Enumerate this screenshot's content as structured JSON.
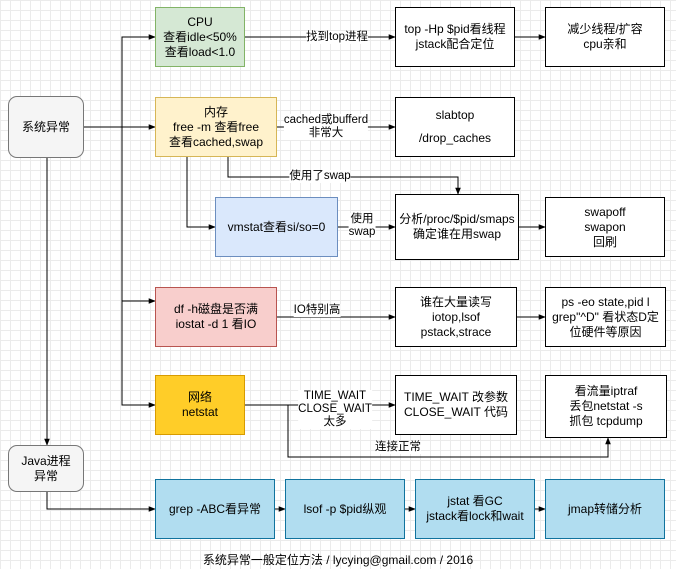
{
  "nodes": {
    "root": [
      "系统异常"
    ],
    "java": [
      "Java进程",
      "异常"
    ],
    "cpu": [
      "CPU",
      "查看idle<50%",
      "查看load<1.0"
    ],
    "cpu_top": [
      "top -Hp $pid看线程",
      "jstack配合定位"
    ],
    "cpu_fix": [
      "减少线程/扩容",
      "cpu亲和"
    ],
    "mem": [
      "内存",
      "free -m 查看free",
      "查看cached,swap"
    ],
    "slab": [
      "slabtop",
      "",
      "/drop_caches"
    ],
    "vmstat": [
      "vmstat查看si/so=0"
    ],
    "smaps": [
      "分析/proc/$pid/smaps",
      "确定谁在用swap"
    ],
    "swap_fix": [
      "swapoff",
      "swapon",
      "回刷"
    ],
    "disk": [
      "df -h磁盘是否满",
      "iostat -d 1 看IO"
    ],
    "disk_who": [
      "谁在大量读写",
      "iotop,lsof",
      "pstack,strace"
    ],
    "disk_ps": [
      "ps -eo state,pid l",
      "grep\"^D\" 看状态D定",
      "位硬件等原因"
    ],
    "net": [
      "网络",
      "netstat"
    ],
    "net_tw": [
      "TIME_WAIT 改参数",
      "CLOSE_WAIT 代码"
    ],
    "net_tools": [
      "看流量iptraf",
      "丢包netstat -s",
      "抓包 tcpdump"
    ],
    "grep": [
      "grep  -ABC看异常"
    ],
    "lsof": [
      "lsof -p $pid纵观"
    ],
    "jstat": [
      "jstat 看GC",
      "jstack看lock和wait"
    ],
    "jmap": [
      "jmap转储分析"
    ]
  },
  "edge_labels": {
    "cpu_top": [
      "找到top进程"
    ],
    "mem_slab": [
      "cached或bufferd",
      "非常大"
    ],
    "swap_used": [
      "使用了swap"
    ],
    "vm_use": [
      "使用",
      "swap"
    ],
    "io_high": [
      "IO特别高"
    ],
    "net_states": [
      "TIME_WAIT",
      "CLOSE_WAIT",
      "太多"
    ],
    "net_ok": [
      "连接正常"
    ]
  },
  "footer": "系统异常一般定位方法 / lycying@gmail.com / 2016"
}
